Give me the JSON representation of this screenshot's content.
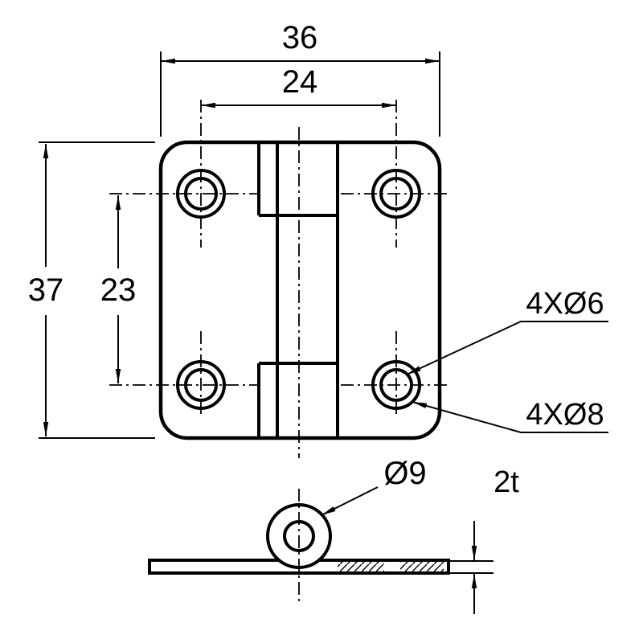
{
  "drawing": {
    "colors": {
      "line": "#000000",
      "background": "#ffffff"
    },
    "labels": {
      "overall_width": "36",
      "hole_pitch_width": "24",
      "overall_height": "37",
      "hole_pitch_height": "23",
      "inner_hole_note": "4XØ6",
      "outer_hole_note": "4XØ8",
      "knuckle_diameter": "Ø9",
      "thickness_note": "2t"
    }
  }
}
